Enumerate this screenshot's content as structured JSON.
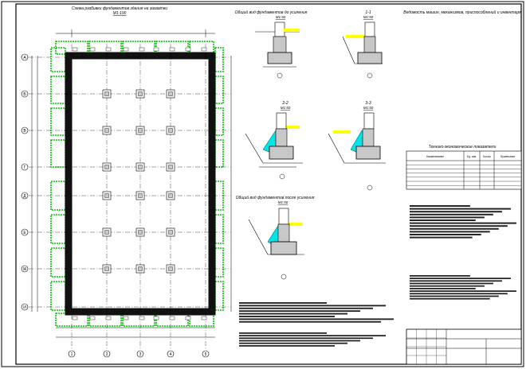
{
  "titles": {
    "plan": "Схема разбивки фундаментов здания на захватки",
    "plan_scale": "М1:100",
    "before": "Общий вид фундаментов до усиления",
    "before_scale": "М1:50",
    "sec11": "1-1",
    "sec11_scale": "М1:50",
    "sec22": "2-2",
    "sec22_scale": "М1:50",
    "sec33": "3-3",
    "sec33_scale": "М1:50",
    "after": "Общий вид фундаментов после усиления",
    "after_scale": "М1:50",
    "machines": "Ведомость машин, механизмов, приспособлений и инвентаря",
    "tep": "Технико-экономические показатели"
  },
  "columns": [
    "1",
    "2",
    "3",
    "4",
    "5"
  ],
  "rows": [
    "А",
    "Б",
    "В",
    "Г",
    "Д",
    "Е",
    "Ж",
    "И"
  ],
  "tep_table": {
    "headers": [
      "Наименование",
      "Ед. изм.",
      "Кол-во",
      "Примечание"
    ],
    "row_count": 7
  },
  "colors": {
    "ink": "#000000",
    "zone_outline": "#00c800",
    "wall_fill": "#111111",
    "footing_fill": "#c8c8c8",
    "highlight_yellow": "#ffff00",
    "reinforcement_cyan": "#00e6e6"
  }
}
